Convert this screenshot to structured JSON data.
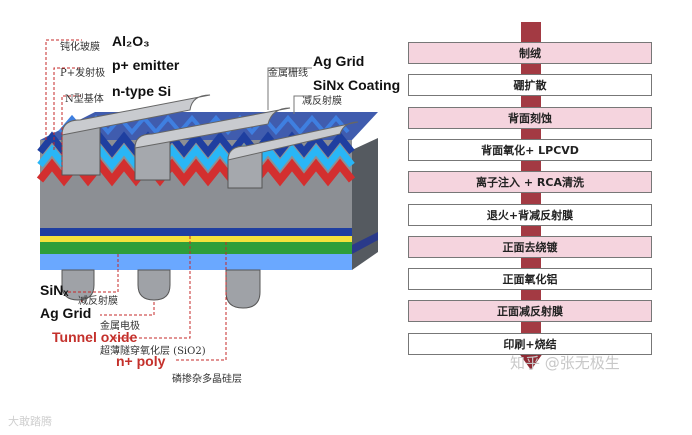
{
  "labels": {
    "al2o3_cn": "钝化玻膜",
    "al2o3_en": "Al₂O₃",
    "emitter_cn": "P+发射极",
    "emitter_en": "p+ emitter",
    "nbase_cn": "N型基体",
    "nbase_en": "n-type Si",
    "aggrid_top_cn": "金属栅线",
    "aggrid_top_en": "Ag Grid",
    "sinx_top_en": "SiNx Coating",
    "sinx_top_cn": "减反射膜",
    "sinx_bot_en": "SiNₓ",
    "sinx_bot_cn": "减反射膜",
    "aggrid_bot_en": "Ag Grid",
    "aggrid_bot_cn": "金属电极",
    "tunnel_en": "Tunnel oxide",
    "tunnel_cn": "超薄隧穿氧化层 (SiO2)",
    "npoly_en": "n+ poly",
    "npoly_cn": "磷掺杂多晶硅层"
  },
  "process_steps": [
    "制绒",
    "硼扩散",
    "背面刻蚀",
    "背面氧化+ LPCVD",
    "离子注入 + RCA清洗",
    "退火+背减反射膜",
    "正面去绕镀",
    "正面氧化铝",
    "正面减反射膜",
    "印刷+烧结"
  ],
  "watermark": "知乎 @张无极生",
  "logo_mark": "大敢踏腾",
  "colors": {
    "arrow": "#a33a43",
    "step_pink": "#f5d4de",
    "silicon": "#8a8a8a",
    "blue": "#1565c0",
    "red": "#d32f2f",
    "cyan": "#29b6f6",
    "yellow": "#f4e23c",
    "green": "#2e9e3a"
  }
}
